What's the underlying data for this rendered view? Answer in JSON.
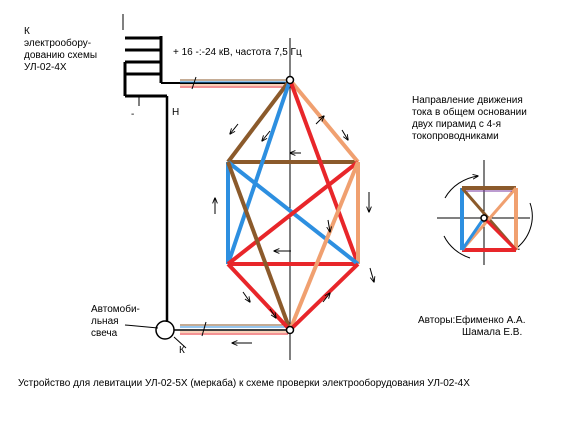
{
  "labels": {
    "equipment_note": [
      "К",
      "электрообору-",
      "дованию схемы",
      "УЛ-02-4Х"
    ],
    "voltage": "+ 16 -:-24 кВ, частота 7,5 Гц",
    "pole_n": "Н",
    "minus": "-",
    "plug_label": [
      "Автомоби-",
      "льная",
      "свеча"
    ],
    "pole_k": "К",
    "direction_note": [
      "Направление движения",
      "тока в общем основании",
      "двух пирамид с 4-я",
      "токопроводниками"
    ],
    "authors": [
      "Авторы:Ефименко А.А.",
      "Шамала Е.В."
    ],
    "caption": "Устройство для левитации УЛ-02-5Х (меркаба) к схеме проверки электрооборудования УЛ-02-4Х"
  },
  "colors": {
    "brown": "#8b5a2b",
    "red": "#e8262a",
    "blue": "#2d8fe0",
    "orange": "#f0a070",
    "black": "#000000",
    "purple": "#7a3aa0"
  }
}
